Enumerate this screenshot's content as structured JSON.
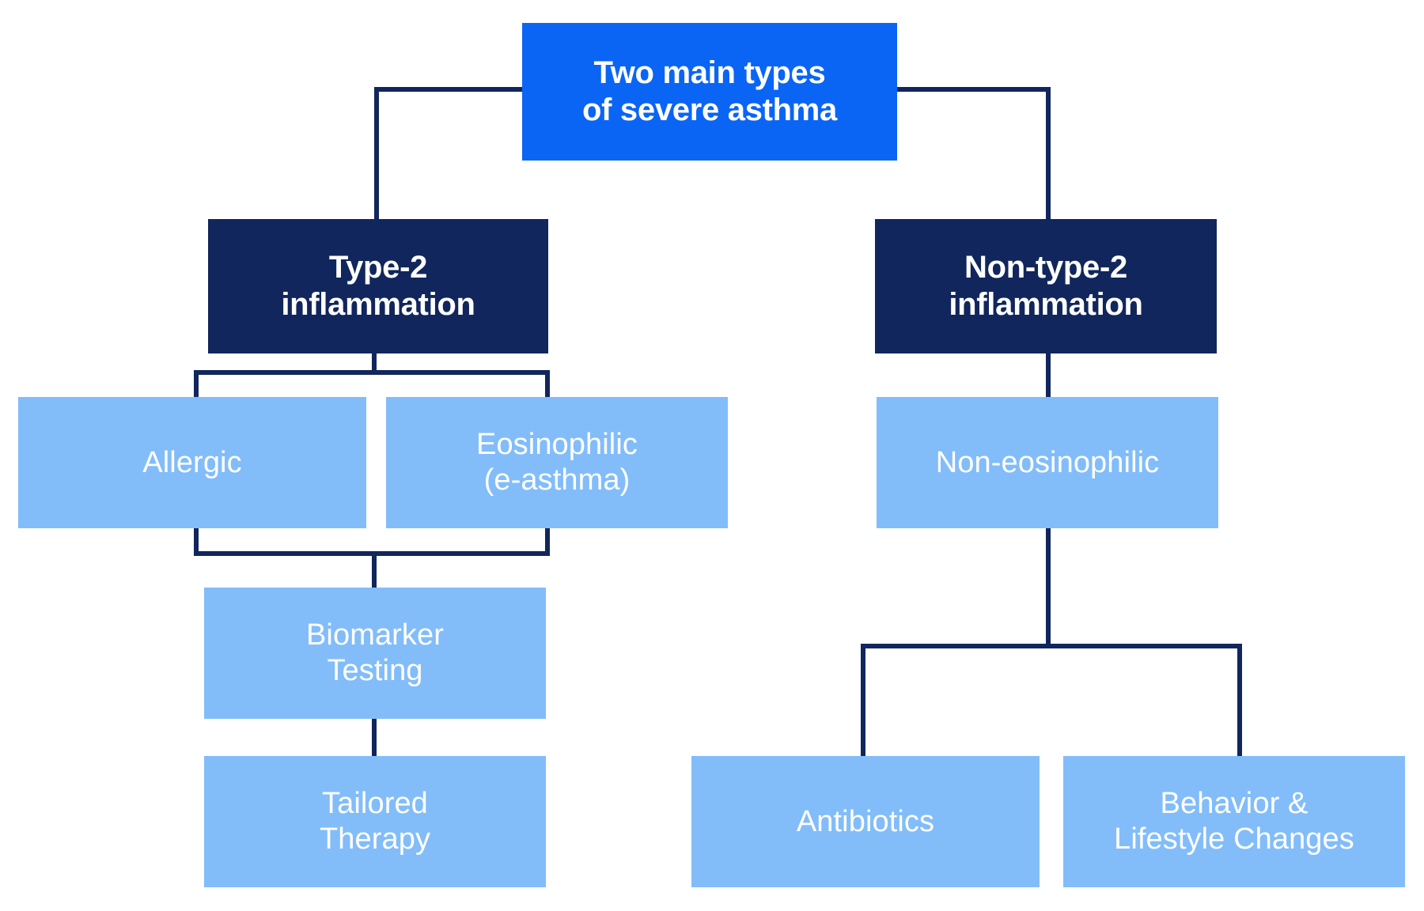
{
  "diagram": {
    "title": "Two main types of severe asthma",
    "type": "flowchart",
    "palette": {
      "root_fill": "#0a65f5",
      "branch_fill": "#11265c",
      "leaf_fill": "#82bdfa",
      "connector": "#11265c",
      "text": "#ffffff",
      "background": "#ffffff"
    },
    "nodes": {
      "root": "Two main types\nof severe asthma",
      "type2": "Type-2\ninflammation",
      "nontype2": "Non-type-2\ninflammation",
      "allergic": "Allergic",
      "eosinophilic": "Eosinophilic\n(e-asthma)",
      "noneosinophilic": "Non-eosinophilic",
      "biomarker": "Biomarker\nTesting",
      "tailored": "Tailored\nTherapy",
      "antibiotics": "Antibiotics",
      "behavior": "Behavior &\nLifestyle Changes"
    }
  }
}
